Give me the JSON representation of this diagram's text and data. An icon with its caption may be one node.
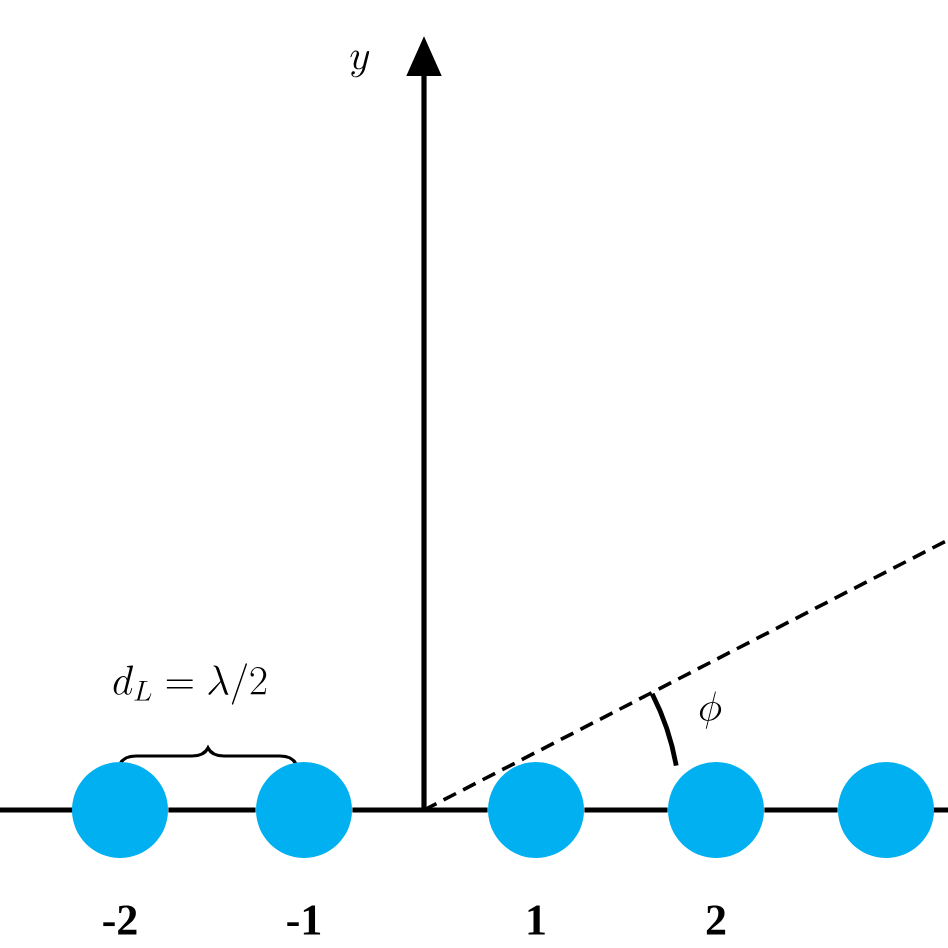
{
  "diagram": {
    "nodes": [
      {
        "text": [],
        "shape": "circle",
        "beside": [
          "-2"
        ]
      },
      {
        "text": [],
        "shape": "circle",
        "beside": [
          "-1"
        ]
      },
      {
        "text": [],
        "shape": "circle",
        "beside": [
          "1"
        ]
      },
      {
        "text": [],
        "shape": "circle",
        "beside": [
          "2"
        ]
      },
      {
        "text": [],
        "shape": "circle"
      }
    ],
    "edges": [
      {
        "from": 0,
        "to": 1,
        "arrow": "none"
      },
      {
        "from": 1,
        "to": 2,
        "arrow": "none"
      },
      {
        "from": 2,
        "to": 3,
        "arrow": "none"
      },
      {
        "from": 3,
        "to": 4,
        "arrow": "none"
      }
    ],
    "labels": [
      "y",
      "d_L=\\lambda/2",
      "\\phi"
    ]
  }
}
